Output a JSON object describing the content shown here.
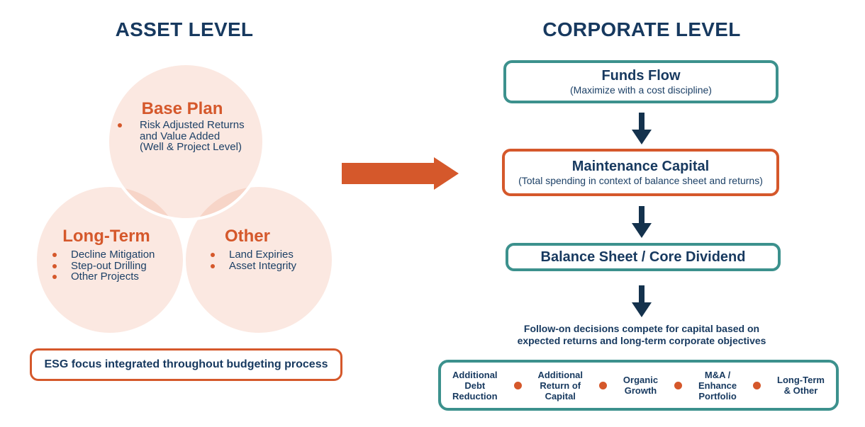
{
  "colors": {
    "navy": "#17395F",
    "navy_body": "#1C4066",
    "orange": "#D5582B",
    "teal": "#3C918D",
    "arrow_navy": "#14324D",
    "circle_fill": "#FBE9E1"
  },
  "asset": {
    "header": "ASSET LEVEL",
    "circles": [
      {
        "title": "Base Plan",
        "bullets": [
          "Risk Adjusted Returns\nand Value Added\n(Well & Project Level)"
        ]
      },
      {
        "title": "Long-Term",
        "bullets": [
          "Decline Mitigation",
          "Step-out Drilling",
          "Other Projects"
        ]
      },
      {
        "title": "Other",
        "bullets": [
          "Land Expiries",
          "Asset Integrity"
        ]
      }
    ],
    "esg_note": "ESG focus integrated throughout budgeting process"
  },
  "corporate": {
    "header": "CORPORATE LEVEL",
    "flow": [
      {
        "title": "Funds Flow",
        "subtitle": "(Maximize with a cost discipline)"
      },
      {
        "title": "Maintenance Capital",
        "subtitle": "(Total spending in context of balance sheet and returns)"
      },
      {
        "title": "Balance Sheet / Core Dividend",
        "subtitle": ""
      }
    ],
    "followon": "Follow-on decisions compete for capital based on\nexpected returns and long-term corporate objectives",
    "options": [
      "Additional\nDebt\nReduction",
      "Additional\nReturn of\nCapital",
      "Organic\nGrowth",
      "M&A /\nEnhance\nPortfolio",
      "Long-Term\n& Other"
    ]
  }
}
